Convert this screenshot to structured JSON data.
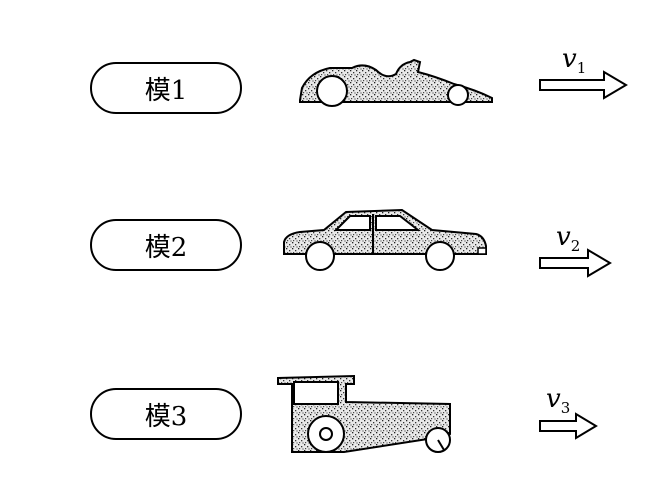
{
  "rows": [
    {
      "label": "模1",
      "vehicle": "race-car",
      "velocity": {
        "symbol": "v",
        "subscript": "1"
      }
    },
    {
      "label": "模2",
      "vehicle": "sedan-car",
      "velocity": {
        "symbol": "v",
        "subscript": "2"
      }
    },
    {
      "label": "模3",
      "vehicle": "tractor",
      "velocity": {
        "symbol": "v",
        "subscript": "3"
      }
    }
  ]
}
